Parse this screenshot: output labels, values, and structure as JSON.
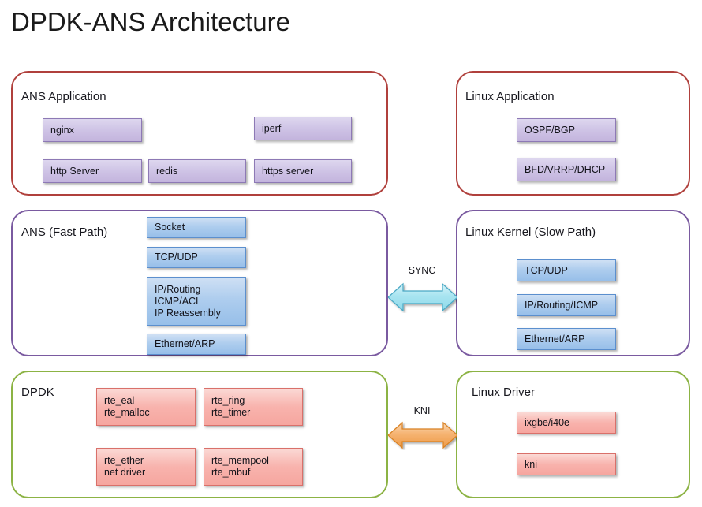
{
  "title": "DPDK-ANS Architecture",
  "panels": [
    {
      "id": "ans-application",
      "label": "ANS Application",
      "border_color": "#b0403c",
      "boxes": [
        {
          "id": "nginx",
          "label": "nginx"
        },
        {
          "id": "iperf",
          "label": "iperf"
        },
        {
          "id": "http-server",
          "label": "http Server"
        },
        {
          "id": "redis",
          "label": "redis"
        },
        {
          "id": "https-server",
          "label": "https server"
        }
      ]
    },
    {
      "id": "linux-application",
      "label": "Linux Application",
      "border_color": "#b0403c",
      "boxes": [
        {
          "id": "ospf-bgp",
          "label": "OSPF/BGP"
        },
        {
          "id": "bfd-vrrp-dhcp",
          "label": "BFD/VRRP/DHCP"
        }
      ]
    },
    {
      "id": "ans-fast-path",
      "label": "ANS (Fast Path)",
      "border_color": "#7a5aa0",
      "boxes": [
        {
          "id": "socket",
          "label": "Socket"
        },
        {
          "id": "tcp-udp",
          "label": "TCP/UDP"
        },
        {
          "id": "ip-routing",
          "label": "IP/Routing\nICMP/ACL\nIP Reassembly"
        },
        {
          "id": "ethernet-arp",
          "label": "Ethernet/ARP"
        }
      ]
    },
    {
      "id": "linux-kernel-slow-path",
      "label": "Linux Kernel (Slow Path)",
      "border_color": "#7a5aa0",
      "boxes": [
        {
          "id": "tcp-udp-kernel",
          "label": "TCP/UDP"
        },
        {
          "id": "ip-routing-icmp",
          "label": "IP/Routing/ICMP"
        },
        {
          "id": "ethernet-arp-kernel",
          "label": "Ethernet/ARP"
        }
      ]
    },
    {
      "id": "dpdk",
      "label": "DPDK",
      "border_color": "#8cb344",
      "boxes": [
        {
          "id": "rte-eal",
          "label": "rte_eal\nrte_malloc"
        },
        {
          "id": "rte-ring",
          "label": "rte_ring\nrte_timer"
        },
        {
          "id": "rte-ether",
          "label": "rte_ether\nnet driver"
        },
        {
          "id": "rte-mempool",
          "label": "rte_mempool\nrte_mbuf"
        }
      ]
    },
    {
      "id": "linux-driver",
      "label": "Linux Driver",
      "border_color": "#8cb344",
      "boxes": [
        {
          "id": "ixgbe-i40e",
          "label": "ixgbe/i40e"
        },
        {
          "id": "kni",
          "label": "kni"
        }
      ]
    }
  ],
  "arrows": [
    {
      "id": "sync-arrow",
      "label": "SYNC",
      "fill": "#a8e4f0",
      "stroke": "#4aa8c4"
    },
    {
      "id": "kni-arrow",
      "label": "KNI",
      "fill": "#f5b371",
      "stroke": "#d98124"
    }
  ]
}
